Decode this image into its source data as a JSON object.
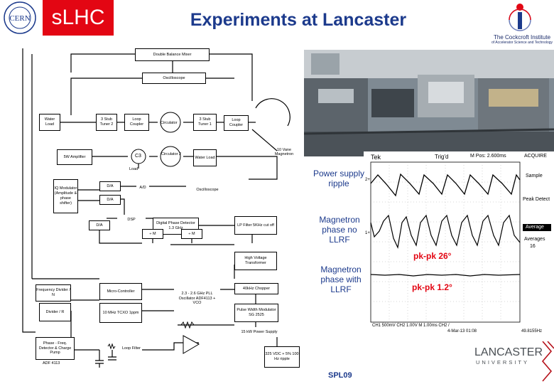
{
  "header": {
    "logo_text": "sLHC",
    "cern_text": "CERN",
    "title": "Experiments at Lancaster",
    "cockcroft_text": "The Cockcroft Institute",
    "cockcroft_sub": "of Accelerator Science and Technology"
  },
  "diagram": {
    "double_balance_mixer": "Double Balance Mixer",
    "oscilloscope_top": "Oscilloscope",
    "water_load": "Water Load",
    "stub_tuner_2": "3 Stub Tuner 2",
    "loop_coupler_1": "Loop Coupler",
    "circulator_1": "Circulator",
    "stub_tuner_1": "3 Stub Tuner 1",
    "loop_coupler_2": "Loop Coupler",
    "amplifier": "5W Amplifier",
    "c3": "C3",
    "circulator_2": "Circulator 2",
    "water_load_2": "Water Load",
    "magnetron": "10 Vane Magnetron",
    "load": "Load",
    "iq_modulator": "IQ Modulator (Amplitude & phase shifter)",
    "da_1": "D/A",
    "ad": "A/D",
    "oscilloscope_mid": "Oscilloscope",
    "da_2": "D/A",
    "dsp": "DSP",
    "da_3": "D/A",
    "digital_phase_detector": "Digital Phase Detector 1.3 GHz",
    "lp_filter": "LP Filter 5KHz cut off",
    "div_1": "÷ M",
    "div_2": "÷ M",
    "hv_transformer": "High Voltage Transformer",
    "freq_divider": "Frequency Divider / N",
    "micro_controller": "Micro-Controller",
    "pll": "2.3 - 2.6 GHz PLL Oscillator ADF4113 + VCO",
    "chopper": "40kHz Chopper",
    "divider_r": "Divider / R",
    "tcxo": "10 MHz TCXO 1ppm",
    "pwm": "Pulse Width Modulator SG 2525",
    "power_supply": "15 kW Power Supply",
    "pfd": "Phase - Freq. Detector & Charge Pump",
    "loop_filter": "Loop Filter",
    "adf": "ADF 4113",
    "vdc": "325 VDC + 5% 100 Hz ripple"
  },
  "scope": {
    "tek": "Tek",
    "trig": "Trig'd",
    "mpos": "M Pos: 2.600ms",
    "acquire": "ACQUIRE",
    "sample": "Sample",
    "peak_detect": "Peak Detect",
    "average": "Average",
    "averages": "Averages",
    "averages_val": "16",
    "ch1": "1+",
    "ch2": "2+",
    "status": "CH1 500mV  CH2 1.00V  M 1.00ms  CH2 /",
    "date": "4-Mar-13 01:08",
    "freq": "49.8155Hz"
  },
  "annotations": {
    "ps_ripple": "Power supply ripple",
    "no_llrf": "Magnetron phase no LLRF",
    "pk_26": "pk-pk 26°",
    "with_llrf": "Magnetron phase with LLRF",
    "pk_12": "pk-pk 1.2°"
  },
  "footer": {
    "lancaster": "LANCASTER",
    "university": "UNIVERSITY",
    "spl": "SPL09"
  }
}
